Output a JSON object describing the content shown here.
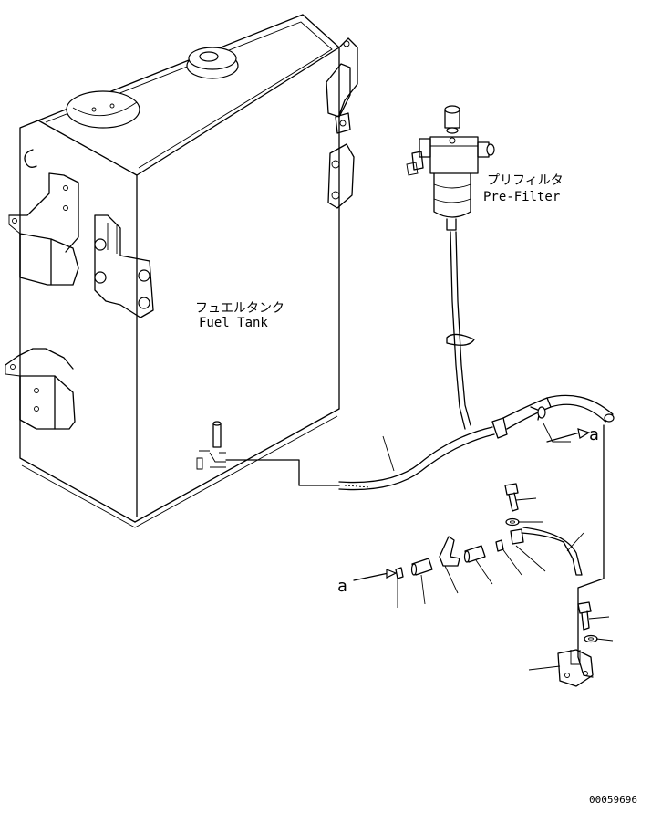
{
  "labels": {
    "fuel_tank_jp": "フュエルタンク",
    "fuel_tank_en": "Fuel Tank",
    "prefilter_jp": "プリフィルタ",
    "prefilter_en": "Pre-Filter",
    "connector_a_right": "a",
    "connector_a_left": "a"
  },
  "drawing_number": "00059696"
}
